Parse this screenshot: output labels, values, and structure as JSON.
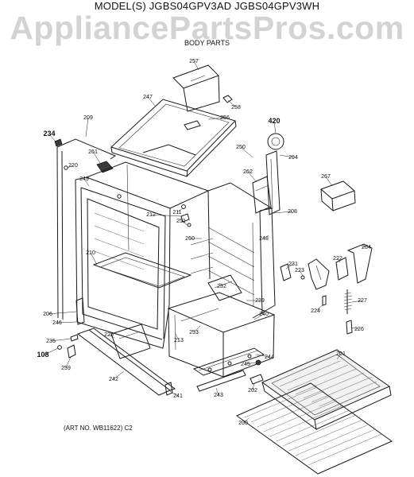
{
  "header": {
    "model_line": "MODEL(S) JGBS04GPV3AD  JGBS04GPV3WH",
    "watermark": "AppliancePartsPros.com",
    "section": "BODY PARTS"
  },
  "footer": {
    "art_number": "(ART NO. WB11622) C2"
  },
  "part_callouts": [
    "257",
    "247",
    "258",
    "256",
    "209",
    "234",
    "261",
    "420",
    "250",
    "294",
    "220",
    "249",
    "262",
    "267",
    "212",
    "211",
    "251",
    "208",
    "260",
    "248",
    "210",
    "254",
    "231",
    "222",
    "223",
    "232",
    "239",
    "227",
    "206",
    "246",
    "224",
    "240",
    "225",
    "226",
    "235",
    "253",
    "213",
    "244",
    "108",
    "259",
    "201",
    "245",
    "242",
    "243",
    "202",
    "241",
    "200"
  ]
}
